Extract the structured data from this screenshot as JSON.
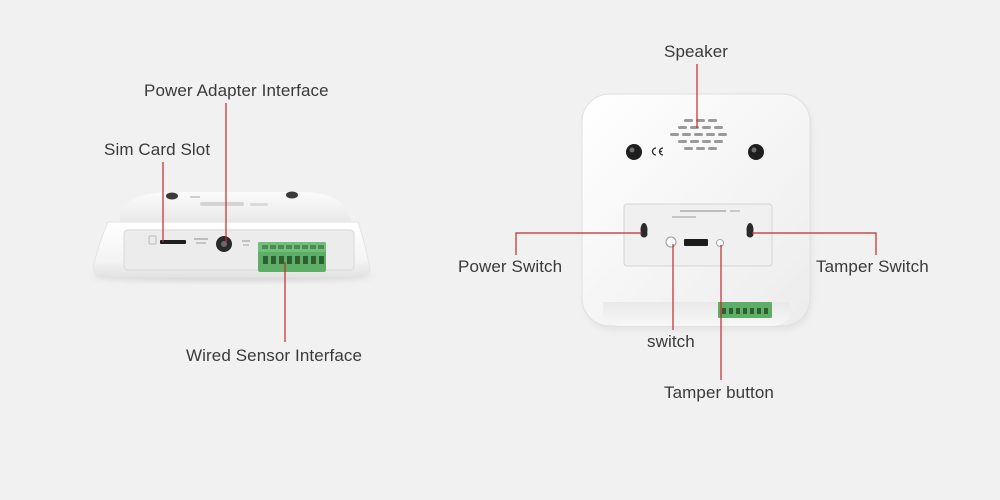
{
  "labels": {
    "power_adapter_interface": "Power Adapter Interface",
    "sim_card_slot": "Sim Card Slot",
    "wired_sensor_interface": "Wired Sensor Interface",
    "speaker": "Speaker",
    "power_switch": "Power Switch",
    "tamper_switch": "Tamper Switch",
    "switch": "switch",
    "tamper_button": "Tamper button"
  },
  "colors": {
    "background": "#f1f1f1",
    "device_body": "#f7f7f7",
    "callout_line": "#c22a2a",
    "terminal_block": "#5fae68",
    "label_text": "#3a3a3a"
  }
}
